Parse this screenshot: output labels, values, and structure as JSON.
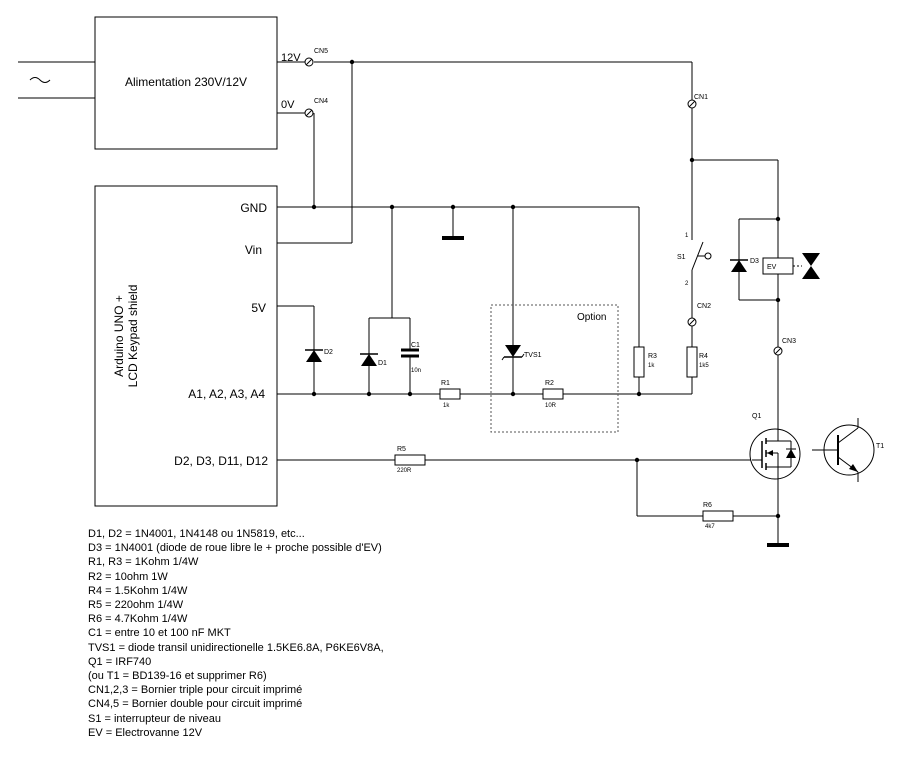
{
  "blocks": {
    "power_supply": "Alimentation 230V/12V",
    "arduino_line1": "Arduino UNO +",
    "arduino_line2": "LCD Keypad shield"
  },
  "pins": {
    "gnd": "GND",
    "vin": "Vin",
    "v5": "5V",
    "analog": "A1, A2, A3, A4",
    "digital": "D2, D3, D11, D12",
    "v12": "12V",
    "v0": "0V"
  },
  "connectors": {
    "cn1": "CN1",
    "cn2": "CN2",
    "cn3": "CN3",
    "cn4": "CN4",
    "cn5": "CN5"
  },
  "components": {
    "d1": "D1",
    "d2": "D2",
    "d3": "D3",
    "c1": "C1",
    "c1_value": "10n",
    "r1": "R1",
    "r1_value": "1k",
    "r2": "R2",
    "r2_value": "10R",
    "r3": "R3",
    "r3_value": "1k",
    "r4": "R4",
    "r4_value": "1k5",
    "r5": "R5",
    "r5_value": "220R",
    "r6": "R6",
    "r6_value": "4k7",
    "tvs1": "TVS1",
    "s1": "S1",
    "s1_pin1": "1",
    "s1_pin2": "2",
    "ev": "EV",
    "q1": "Q1",
    "t1": "T1",
    "option": "Option"
  },
  "bom": [
    "D1, D2 = 1N4001, 1N4148 ou 1N5819, etc...",
    "D3 = 1N4001 (diode de roue libre le + proche possible d'EV)",
    "R1, R3 = 1Kohm 1/4W",
    "R2 = 10ohm 1W",
    "R4 = 1.5Kohm 1/4W",
    "R5 = 220ohm 1/4W",
    "R6 = 4.7Kohm 1/4W",
    "C1 = entre 10 et 100 nF MKT",
    "TVS1 = diode transil unidirectionelle 1.5KE6.8A, P6KE6V8A,",
    "Q1 = IRF740",
    "(ou T1 =  BD139-16 et supprimer R6)",
    "CN1,2,3 = Bornier triple pour circuit imprimé",
    "CN4,5 = Bornier double pour circuit imprimé",
    "S1 = interrupteur de niveau",
    "EV = Electrovanne 12V"
  ]
}
